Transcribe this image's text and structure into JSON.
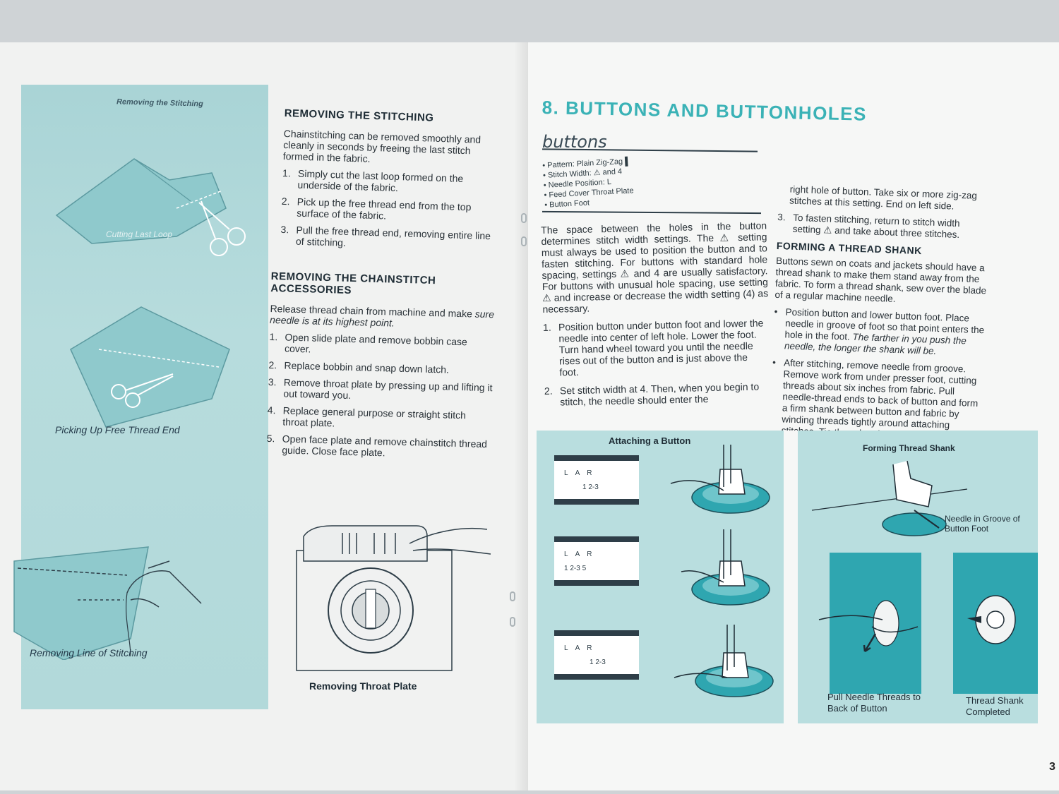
{
  "left_page": {
    "captions": {
      "removing_stitching": "Removing the Stitching",
      "cutting_last_loop": "Cutting Last Loop",
      "picking_up": "Picking Up Free Thread End",
      "removing_line": "Removing Line of Stitching",
      "removing_throat_plate": "Removing Throat Plate"
    },
    "section1": {
      "heading": "REMOVING THE STITCHING",
      "intro": "Chainstitching can be removed smoothly and cleanly in seconds by freeing the last stitch formed in the fabric.",
      "steps": [
        {
          "num": "1.",
          "text": "Simply cut the last loop formed on the underside of the fabric."
        },
        {
          "num": "2.",
          "text": "Pick up the free thread end from the top surface of the fabric."
        },
        {
          "num": "3.",
          "text": "Pull the free thread end, removing entire line of stitching."
        }
      ]
    },
    "section2": {
      "heading": "REMOVING THE CHAINSTITCH ACCESSORIES",
      "intro_plain": "Release thread chain from machine and make ",
      "intro_italic": "sure needle is at its highest point.",
      "steps": [
        {
          "num": "1.",
          "text": "Open slide plate and remove bobbin case cover."
        },
        {
          "num": "2.",
          "text": "Replace bobbin and snap down latch."
        },
        {
          "num": "3.",
          "text": "Remove throat plate by pressing up and lifting it out toward you."
        },
        {
          "num": "4.",
          "text": "Replace general purpose or straight stitch throat plate."
        },
        {
          "num": "5.",
          "text": "Open face plate and remove chainstitch thread guide. Close face plate."
        }
      ]
    }
  },
  "right_page": {
    "title": "8. BUTTONS AND BUTTONHOLES",
    "subtitle": "buttons",
    "spec": [
      "Pattern: Plain Zig-Zag",
      "Stitch Width: ⚠ and 4",
      "Needle Position: L",
      "Feed Cover Throat Plate",
      "Button Foot"
    ],
    "intro": "The space between the holes in the button determines stitch width settings. The ⚠ setting must always be used to position the button and to fasten stitching. For buttons with standard hole spacing, settings ⚠ and 4 are usually satisfactory. For buttons with unusual hole spacing, use setting ⚠ and increase or decrease the width setting (4) as necessary.",
    "steps": [
      {
        "num": "1.",
        "text": "Position button under button foot and lower the needle into center of left hole. Lower the foot. Turn hand wheel toward you until the needle rises out of the button and is just above the foot."
      },
      {
        "num": "2.",
        "text": "Set stitch width at 4. Then, when you begin to stitch, the needle should enter the"
      }
    ],
    "col2_continued": "right hole of button. Take six or more zig-zag stitches at this setting. End on left side.",
    "col2_step3": {
      "num": "3.",
      "text": "To fasten stitching, return to stitch width setting ⚠ and take about three stitches."
    },
    "thread_shank": {
      "heading": "FORMING A THREAD SHANK",
      "intro": "Buttons sewn on coats and jackets should have a thread shank to make them stand away from the fabric. To form a thread shank, sew over the blade of a regular machine needle.",
      "bullets": [
        {
          "plain": "Position button and lower button foot. Place needle in groove of foot so that point enters the hole in the foot. ",
          "italic": "The farther in you push the needle, the longer the shank will be."
        },
        {
          "plain": "After stitching, remove needle from groove. Remove work from under presser foot, cutting threads about six inches from fabric. Pull needle-thread ends to back of button and form a firm shank between button and fabric by winding threads tightly around attaching stitches. Tie thread ends securely.",
          "italic": ""
        }
      ]
    },
    "illustrations": {
      "attaching": "Attaching a Button",
      "forming": "Forming Thread Shank",
      "needle_groove": "Needle in Groove of Button Foot",
      "pull_threads": "Pull Needle Threads to Back of Button",
      "shank_completed": "Thread Shank Completed",
      "dial_labels": [
        "L",
        "A",
        "R"
      ],
      "dial_scale_1": "1 2-3",
      "dial_scale_2": "1 2-3  5",
      "dial_scale_3": "1 2-3"
    },
    "page_number": "3"
  },
  "colors": {
    "panel": "#b2d9da",
    "title": "#3ab2b6",
    "button": "#2fa6b0"
  }
}
